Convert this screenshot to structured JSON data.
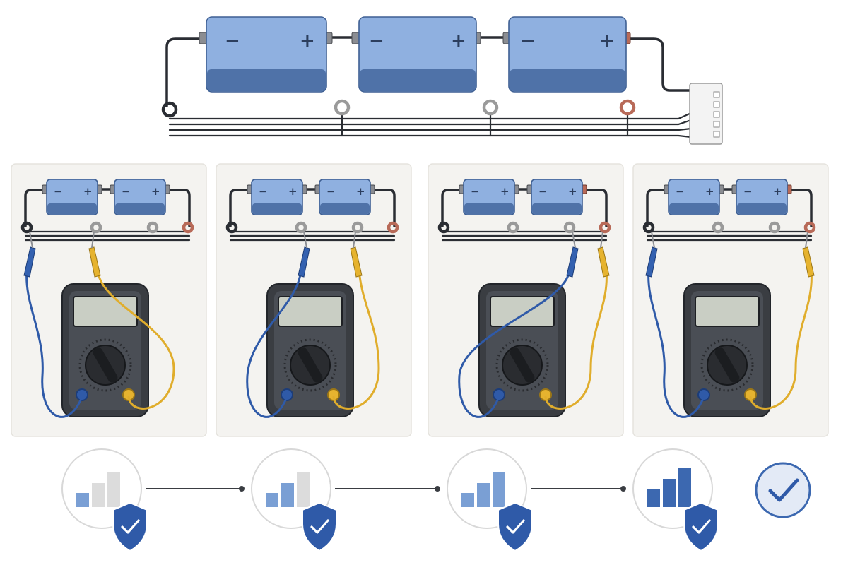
{
  "battery_signs": {
    "negative": "−",
    "positive": "+"
  },
  "test_steps": [
    {
      "bars_active": 1
    },
    {
      "bars_active": 2
    },
    {
      "bars_active": 3
    },
    {
      "bars_active": 3
    }
  ],
  "icons": {
    "step_badge": "shield-check-icon",
    "final": "check-circle-icon"
  },
  "colors": {
    "battery": "#8fb0e0",
    "wire": "#2a2d33",
    "probe_negative": "#2f5aa8",
    "probe_positive": "#e0ad2c",
    "accent": "#3c68b0"
  }
}
